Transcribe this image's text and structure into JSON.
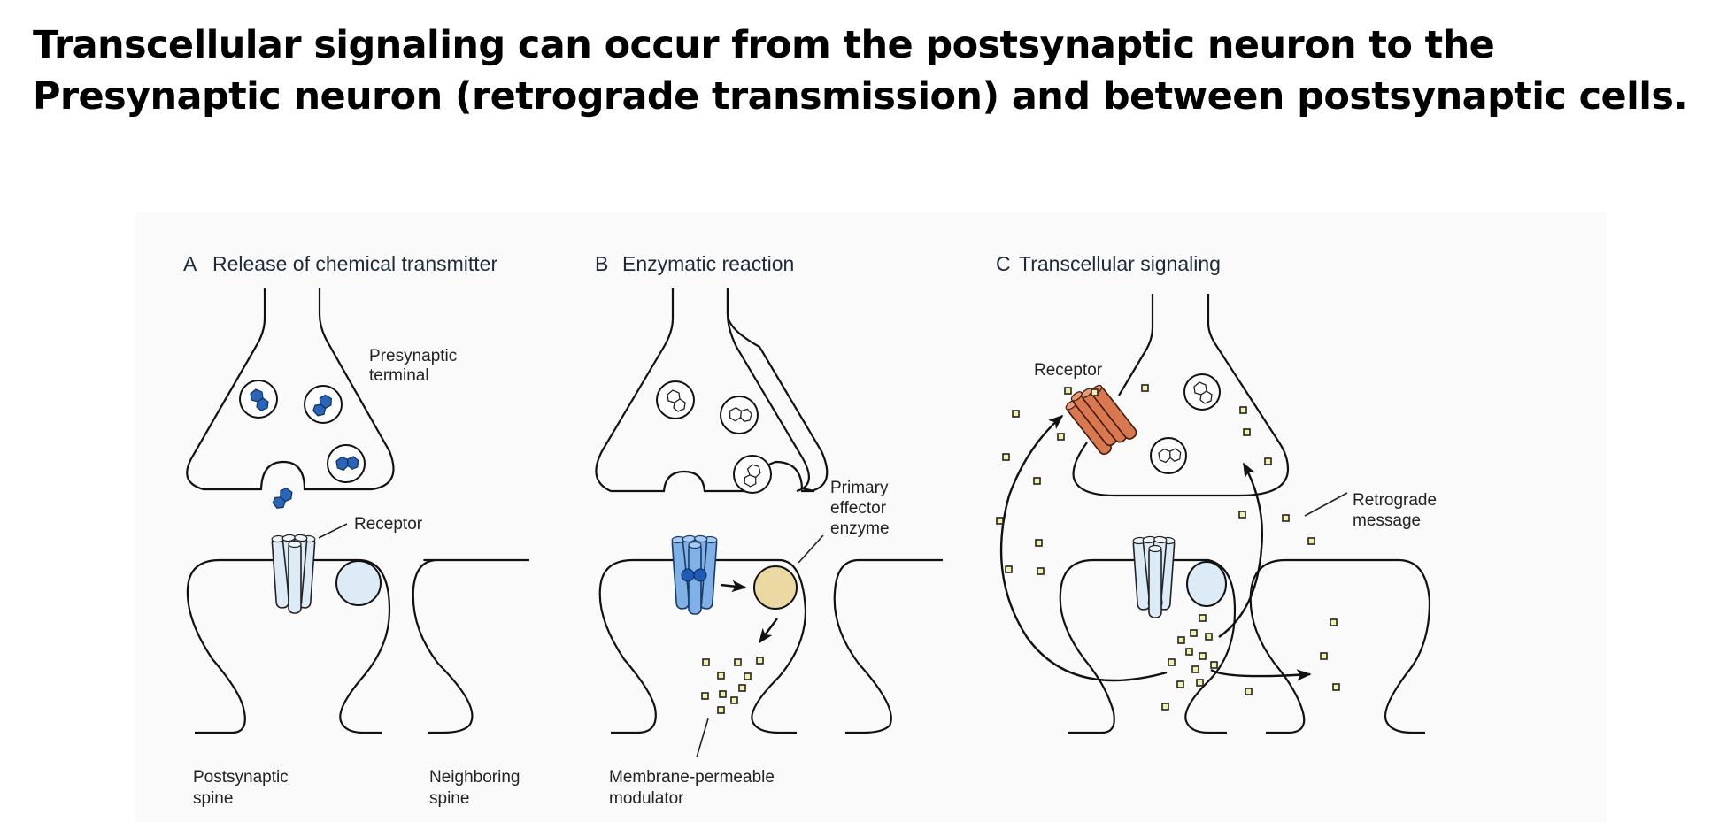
{
  "slide": {
    "title_lines": [
      "Transcellular signaling can occur from the postsynaptic neuron to the",
      "Presynaptic neuron (retrograde transmission) and between postsynaptic cells."
    ]
  },
  "figure": {
    "panels": [
      {
        "id": "A",
        "letter": "A",
        "title": "Release of chemical transmitter",
        "labels": {
          "presynaptic_line1": "Presynaptic",
          "presynaptic_line2": "terminal",
          "receptor": "Receptor",
          "postsynaptic_line1": "Postsynaptic",
          "postsynaptic_line2": "spine",
          "neighboring_line1": "Neighboring",
          "neighboring_line2": "spine"
        }
      },
      {
        "id": "B",
        "letter": "B",
        "title": "Enzymatic reaction",
        "labels": {
          "enzyme_line1": "Primary",
          "enzyme_line2": "effector",
          "enzyme_line3": "enzyme",
          "modulator_line1": "Membrane-permeable",
          "modulator_line2": "modulator"
        }
      },
      {
        "id": "C",
        "letter": "C",
        "title": "Transcellular signaling",
        "labels": {
          "receptor": "Receptor",
          "retrograde_line1": "Retrograde",
          "retrograde_line2": "message"
        }
      }
    ],
    "colors": {
      "transmitter_blue": "#2a66b8",
      "receptor_light": "#dcebf5",
      "receptor_blue": "#7fb0e6",
      "enzyme_tan": "#ecd9a2",
      "receptor_orange": "#d9774f",
      "modulator_yellow": "#f4f1a8",
      "figure_background": "#fafafa"
    }
  }
}
